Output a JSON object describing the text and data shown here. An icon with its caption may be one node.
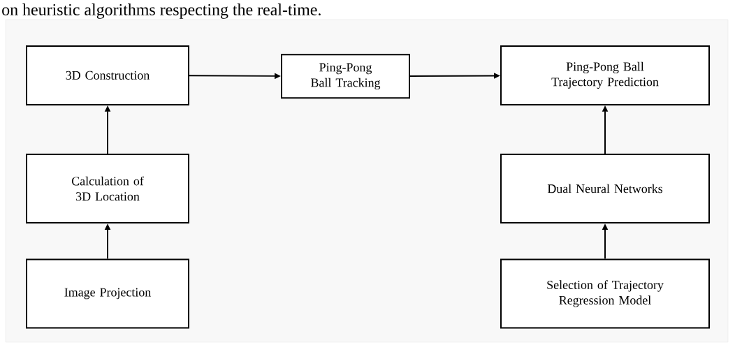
{
  "diagram": {
    "nodes": [
      {
        "text": [
          "3D Construction"
        ]
      },
      {
        "text": [
          "Ping-Pong Ball Tracking"
        ]
      },
      {
        "text": [
          "Ping-Pong Ball Trajectory Prediction"
        ]
      },
      {
        "text": [
          "Calculation of 3D Location"
        ]
      },
      {
        "text": [
          "Dual Neural Networks"
        ]
      },
      {
        "text": [
          "Image Projection"
        ]
      },
      {
        "text": [
          "Selection of Trajectory Regression Model"
        ]
      }
    ],
    "edges": [
      {
        "from": 5,
        "to": 3,
        "arrow": "to"
      },
      {
        "from": 3,
        "to": 0,
        "arrow": "to"
      },
      {
        "from": 0,
        "to": 1,
        "arrow": "to"
      },
      {
        "from": 1,
        "to": 2,
        "arrow": "to"
      },
      {
        "from": 6,
        "to": 4,
        "arrow": "to"
      },
      {
        "from": 4,
        "to": 2,
        "arrow": "to"
      }
    ],
    "labels": [
      "on heuristic algorithms respecting the real-time."
    ]
  }
}
